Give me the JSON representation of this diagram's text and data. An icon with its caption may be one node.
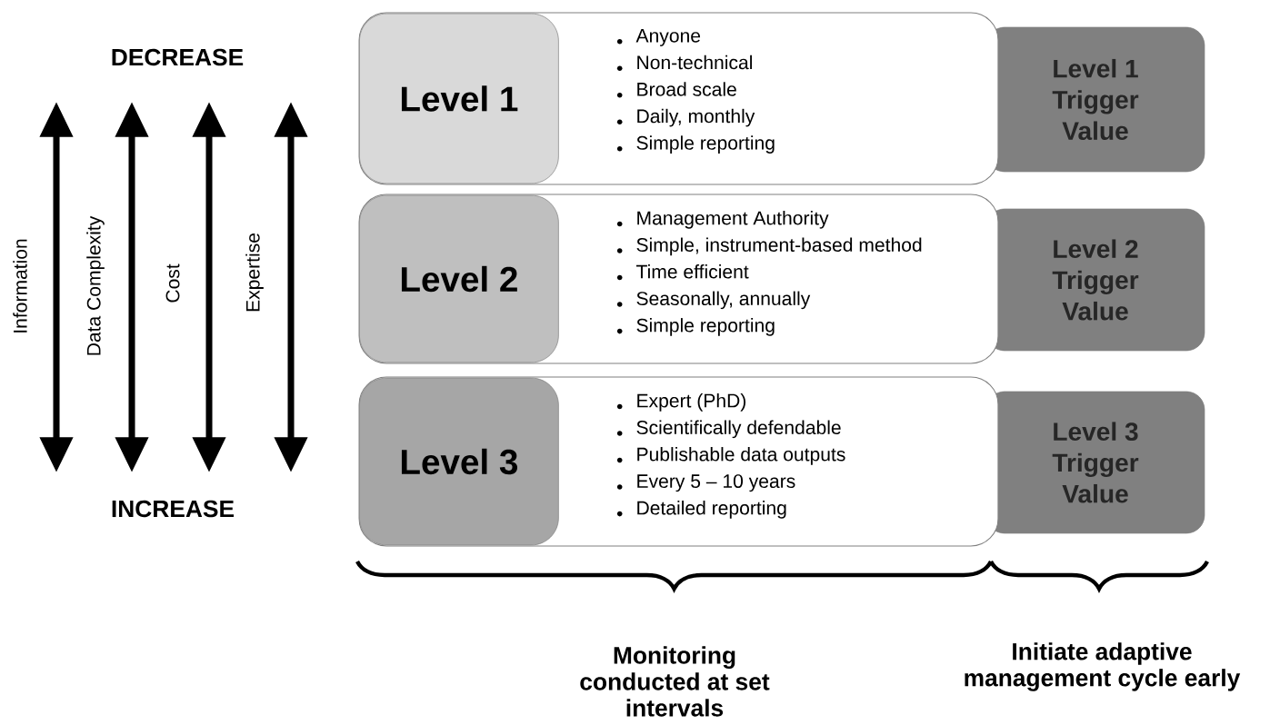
{
  "diagram": {
    "nodes": [
      {
        "text": [
          "Level 1"
        ],
        "in": 1
      },
      {
        "text": [
          "Anyone",
          "Non-technical",
          "Broad scale",
          "Daily, monthly",
          "Simple reporting"
        ]
      },
      {
        "text": [
          "Level 1 Trigger Value"
        ]
      },
      {
        "text": [
          "Level 2"
        ],
        "in": 4
      },
      {
        "text": [
          "Management Authority",
          "Simple, instrument-based method",
          "Time efficient",
          "Seasonally, annually",
          "Simple reporting"
        ]
      },
      {
        "text": [
          "Level 2 Trigger Value"
        ]
      },
      {
        "text": [
          "Level 3"
        ],
        "in": 7
      },
      {
        "text": [
          "Expert (PhD)",
          "Scientifically defendable",
          "Publishable data outputs",
          "Every 5 – 10 years",
          "Detailed reporting"
        ]
      },
      {
        "text": [
          "Level 3 Trigger Value"
        ]
      }
    ],
    "labels": [
      "DECREASE",
      "Information",
      "Data Complexity",
      "Cost",
      "Expertise",
      "INCREASE",
      "Monitoring conducted at set intervals",
      "Initiate adaptive management cycle early"
    ]
  }
}
